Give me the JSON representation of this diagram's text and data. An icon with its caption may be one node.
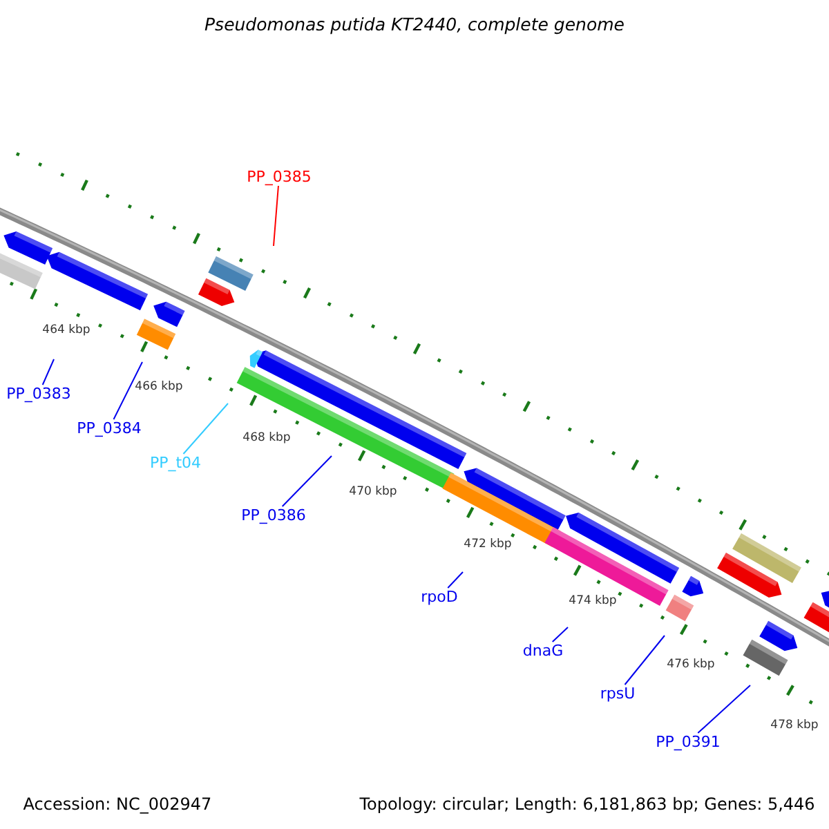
{
  "diagram": {
    "title": "Pseudomonas putida KT2440, complete genome",
    "nodes": [
      {
        "text": [
          "PP_0385"
        ]
      },
      {
        "text": [
          "PP_0383"
        ]
      },
      {
        "text": [
          "PP_0384"
        ]
      },
      {
        "text": [
          "PP_t04"
        ]
      },
      {
        "text": [
          "PP_0386"
        ]
      },
      {
        "text": [
          "rpoD"
        ]
      },
      {
        "text": [
          "dnaG"
        ]
      },
      {
        "text": [
          "rpsU"
        ]
      },
      {
        "text": [
          "PP_0391"
        ]
      }
    ],
    "edges": [
      {
        "from": 0,
        "to": null,
        "arrow": "none",
        "color": "#ff0000"
      },
      {
        "from": 1,
        "to": null,
        "arrow": "none"
      },
      {
        "from": 2,
        "to": null,
        "arrow": "none"
      },
      {
        "from": 3,
        "to": null,
        "arrow": "none",
        "color": "#33ccff"
      },
      {
        "from": 4,
        "to": null,
        "arrow": "none"
      },
      {
        "from": 5,
        "to": null,
        "arrow": "none"
      },
      {
        "from": 6,
        "to": null,
        "arrow": "none"
      },
      {
        "from": 7,
        "to": null,
        "arrow": "none"
      },
      {
        "from": 8,
        "to": null,
        "arrow": "none"
      }
    ],
    "labels": [
      "464 kbp",
      "466 kbp",
      "468 kbp",
      "470 kbp",
      "472 kbp",
      "474 kbp",
      "476 kbp",
      "478 kbp",
      "Accession: NC_002947",
      "Topology: circular; Length: 6,181,863 bp; Genes: 5,446"
    ]
  }
}
